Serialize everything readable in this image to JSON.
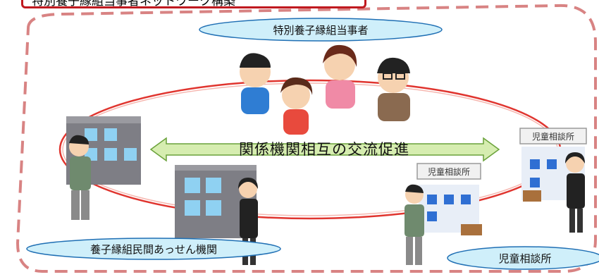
{
  "header": {
    "title": "特別養子縁組当事者ネットワーク構築"
  },
  "nodes": {
    "top": "特別養子縁組当事者",
    "bottom_left": "養子縁組民間あっせん機関",
    "bottom_right": "児童相談所"
  },
  "building_signs": {
    "left": "児童相談所",
    "right": "児童相談所"
  },
  "arrow_label": "関係機関相互の交流促進",
  "colors": {
    "frame": "#d88383",
    "ring": "#e0352f",
    "pill_fill": "#cfeffa",
    "pill_stroke": "#1f6fb4",
    "arrow_fill": "#d6edb0",
    "arrow_stroke": "#6aa23a",
    "title_border": "#c0191f"
  }
}
